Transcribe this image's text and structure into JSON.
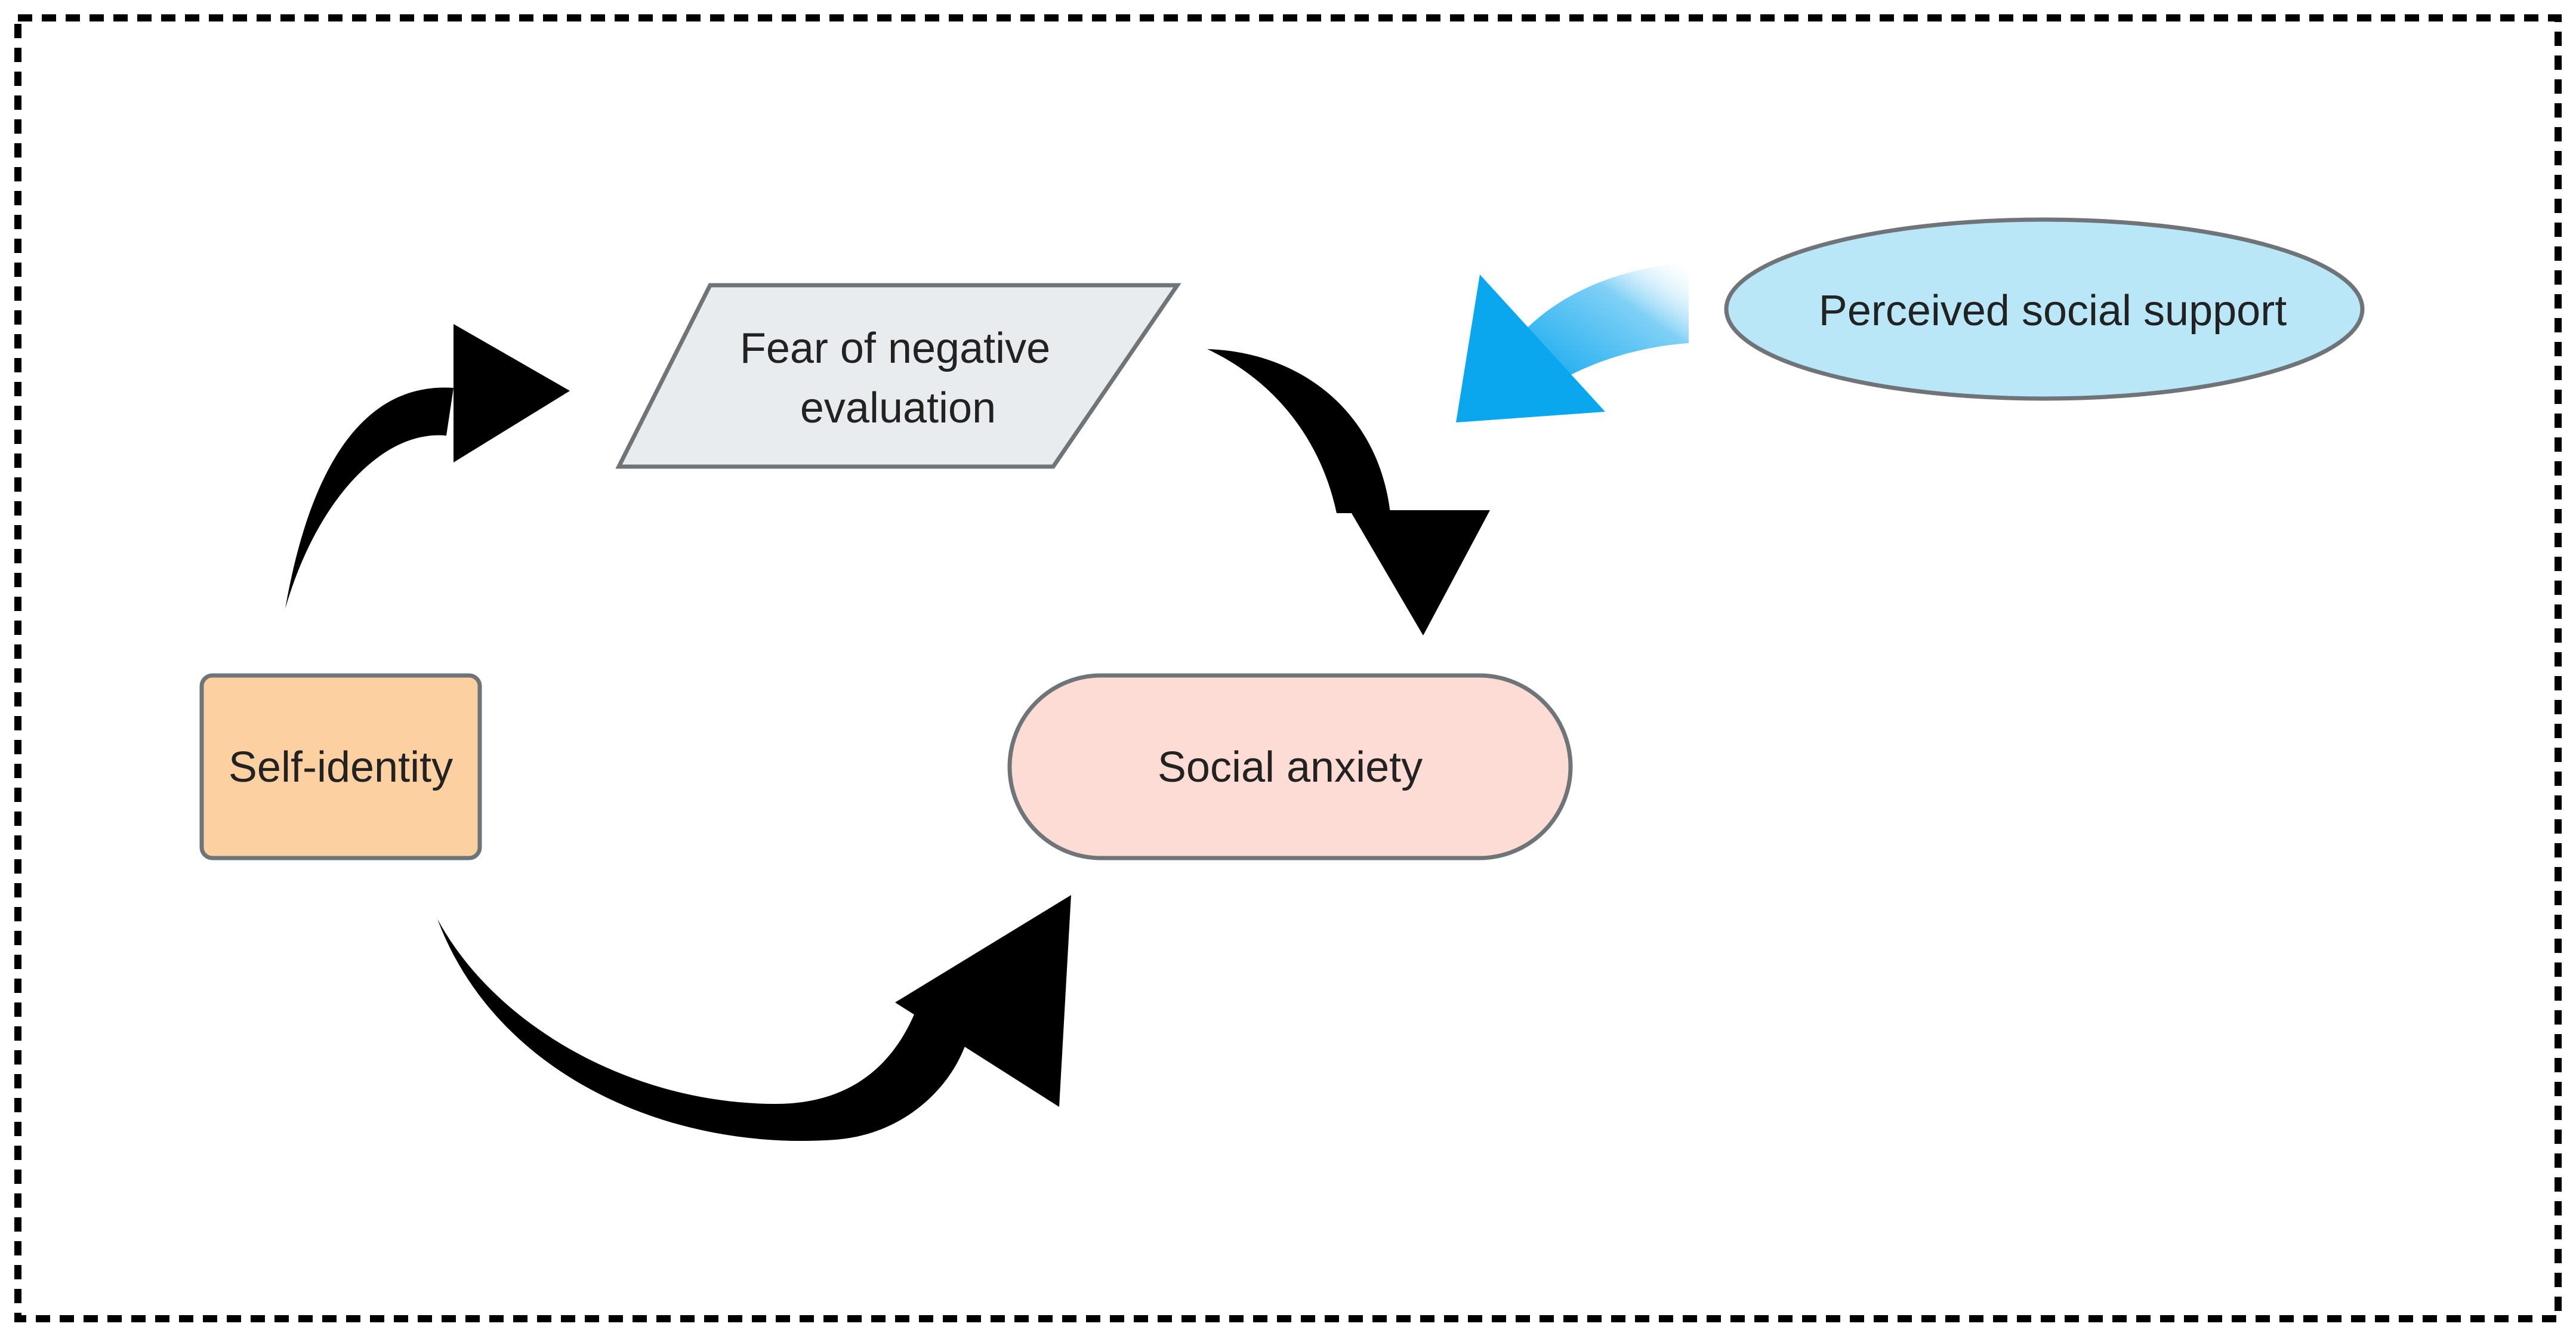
{
  "nodes": {
    "self_identity": {
      "label": "Self-identity",
      "fill": "#fcd0a1",
      "stroke": "#6f7478"
    },
    "fear_of_negative_evaluation": {
      "label_line1": "Fear of negative",
      "label_line2": "evaluation",
      "fill": "#e8ecee",
      "stroke": "#6f7478"
    },
    "social_anxiety": {
      "label": "Social anxiety",
      "fill": "#fcdcd4",
      "stroke": "#6f7478"
    },
    "perceived_social_support": {
      "label": "Perceived social support",
      "fill": "#b9e7f7",
      "stroke": "#6f7478"
    }
  },
  "edges": [
    {
      "from": "Self-identity",
      "to": "Fear of negative evaluation",
      "color": "#000000"
    },
    {
      "from": "Fear of negative evaluation",
      "to": "Social anxiety",
      "color": "#000000"
    },
    {
      "from": "Self-identity",
      "to": "Social anxiety",
      "color": "#000000"
    },
    {
      "from": "Perceived social support",
      "to": "Fear of negative evaluation → Social anxiety",
      "color": "#1aaef0"
    }
  ],
  "border": {
    "style": "dashed",
    "color": "#000000"
  }
}
